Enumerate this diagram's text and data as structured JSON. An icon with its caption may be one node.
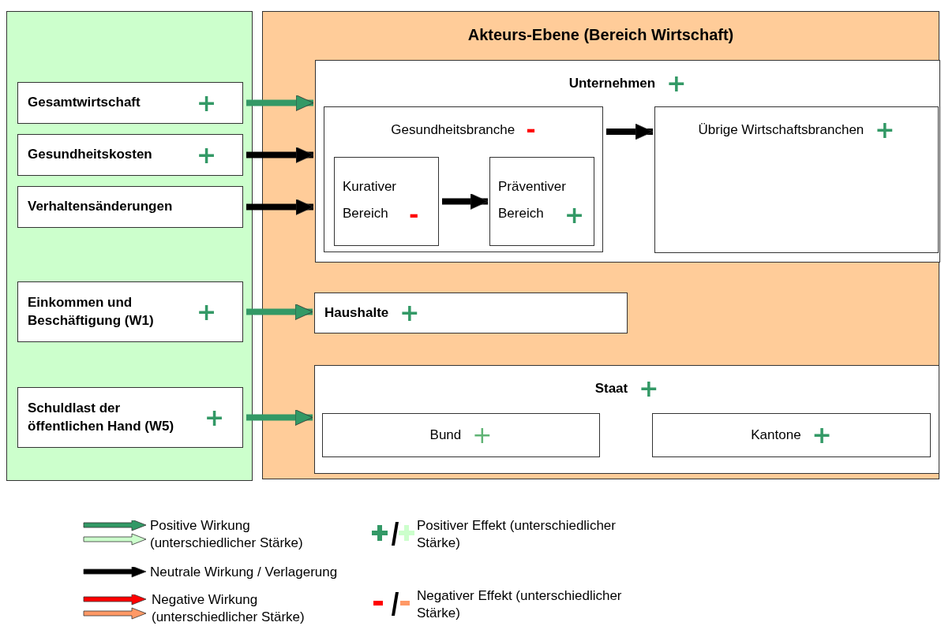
{
  "diagram": {
    "nodes": [
      {
        "text": [],
        "shape": "box"
      },
      {
        "text": [
          "Gesamtwirtschaft",
          "+"
        ],
        "in": 0
      },
      {
        "text": [
          "Gesundheitskosten",
          "+"
        ],
        "in": 0
      },
      {
        "text": [
          "Verhaltensänderungen"
        ],
        "in": 0
      },
      {
        "text": [
          "Einkommen und Beschäftigung (W1)",
          "+"
        ],
        "in": 0
      },
      {
        "text": [
          "Schuldlast der öffentlichen Hand (W5)",
          "+"
        ],
        "in": 0
      },
      {
        "text": [
          "Akteurs-Ebene (Bereich Wirtschaft)"
        ]
      },
      {
        "text": [
          "Unternehmen",
          "+"
        ],
        "in": 6
      },
      {
        "text": [
          "Gesundheitsbranche",
          "-"
        ],
        "in": 7
      },
      {
        "text": [
          "Kurativer Bereich",
          "-"
        ],
        "in": 8
      },
      {
        "text": [
          "Präventiver Bereich",
          "+"
        ],
        "in": 8
      },
      {
        "text": [
          "Übrige Wirtschaftsbranchen",
          "+"
        ],
        "in": 7
      },
      {
        "text": [
          "Haushalte",
          "+"
        ],
        "in": 6
      },
      {
        "text": [
          "Staat",
          "+"
        ],
        "in": 6
      },
      {
        "text": [
          "Bund",
          "+"
        ],
        "in": 13
      },
      {
        "text": [
          "Kantone",
          "+"
        ],
        "in": 13
      }
    ],
    "edges": [
      {
        "from": 1,
        "to": 7,
        "arrow": "to",
        "color": "#339966"
      },
      {
        "from": 2,
        "to": 7,
        "arrow": "to"
      },
      {
        "from": 3,
        "to": 7,
        "arrow": "to"
      },
      {
        "from": 4,
        "to": 12,
        "arrow": "to",
        "color": "#339966"
      },
      {
        "from": 5,
        "to": 13,
        "arrow": "to",
        "color": "#339966"
      },
      {
        "from": 8,
        "to": 11,
        "arrow": "to"
      },
      {
        "from": 9,
        "to": 10,
        "arrow": "to"
      }
    ],
    "legend": [
      {
        "text": "Positive Wirkung (unterschiedlicher Stärke)"
      },
      {
        "text": "Positiver Effekt (unterschiedlicher Stärke)"
      },
      {
        "text": "Neutrale Wirkung / Verlagerung"
      },
      {
        "text": "Negative Wirkung (unterschiedlicher Stärke)"
      },
      {
        "text": "Negativer Effekt (unterschiedlicher Stärke)"
      }
    ]
  }
}
